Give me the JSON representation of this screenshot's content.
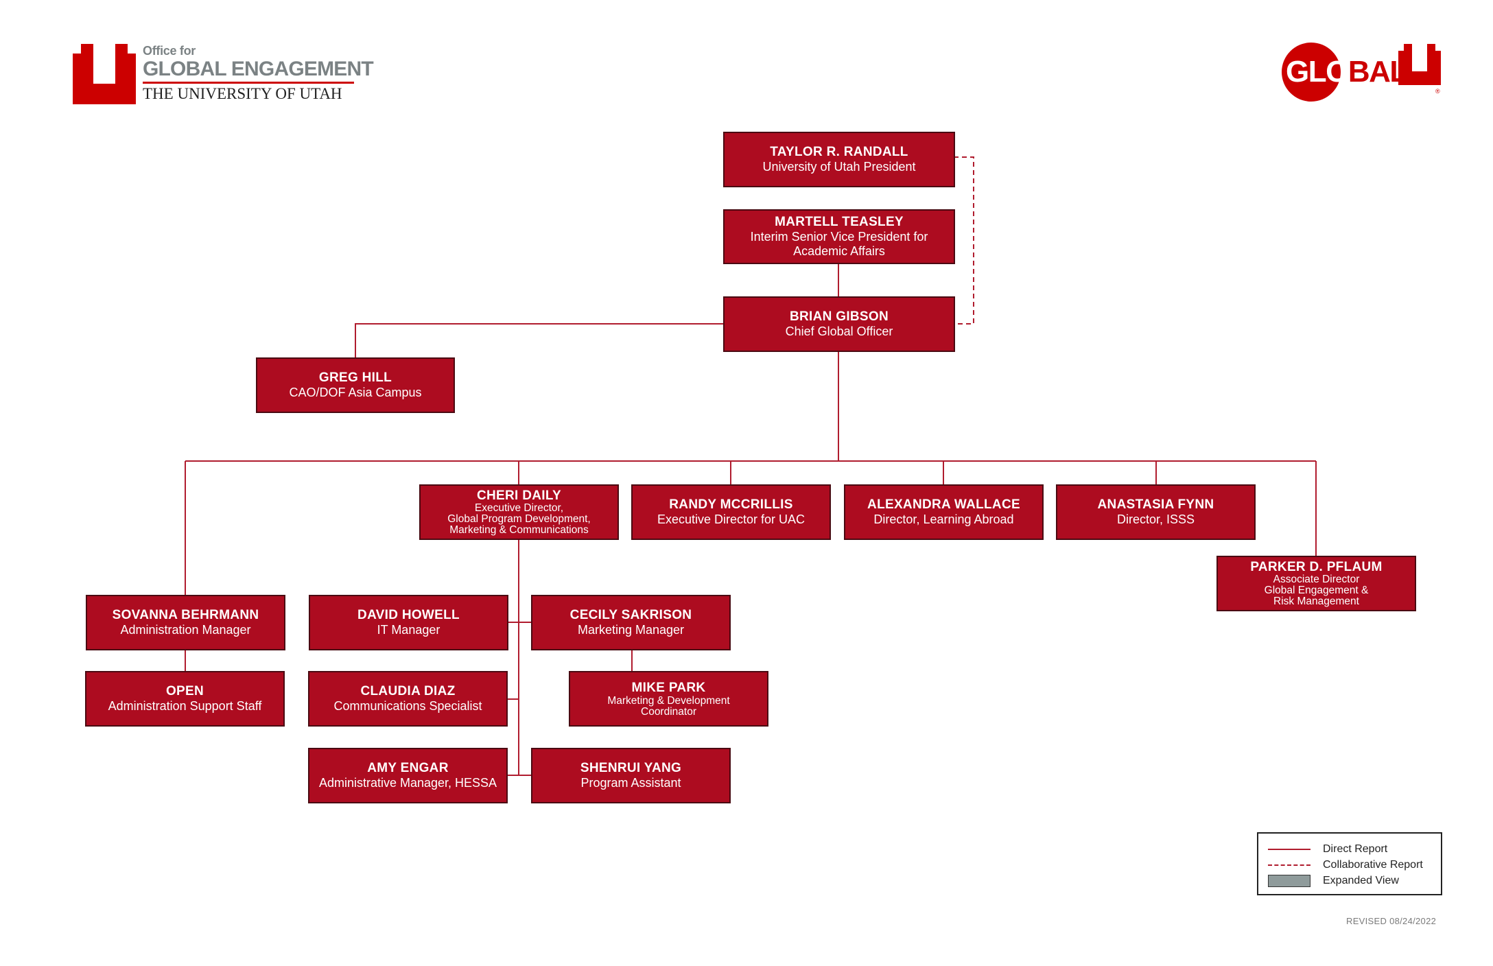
{
  "header": {
    "office_for": "Office for",
    "department": "GLOBAL ENGAGEMENT",
    "university": "THE UNIVERSITY OF UTAH",
    "global_logo_text_a": "GL",
    "global_logo_text_b": "O",
    "global_logo_text_c": "BAL",
    "registered_mark": "®"
  },
  "org": {
    "randall": {
      "name": "TAYLOR R. RANDALL",
      "title": "University of Utah President"
    },
    "teasley": {
      "name": "MARTELL TEASLEY",
      "title_line1": "Interim Senior Vice President for",
      "title_line2": "Academic Affairs"
    },
    "gibson": {
      "name": "BRIAN GIBSON",
      "title": "Chief Global Officer"
    },
    "hill": {
      "name": "GREG HILL",
      "title": "CAO/DOF Asia Campus"
    },
    "daily": {
      "name": "CHERI DAILY",
      "title_line1": "Executive Director,",
      "title_line2": "Global Program Development,",
      "title_line3": "Marketing & Communications"
    },
    "mccrillis": {
      "name": "RANDY MCCRILLIS",
      "title": "Executive Director for UAC"
    },
    "wallace": {
      "name": "ALEXANDRA WALLACE",
      "title": "Director, Learning Abroad"
    },
    "fynn": {
      "name": "ANASTASIA FYNN",
      "title": "Director, ISSS"
    },
    "pflaum": {
      "name": "PARKER D. PFLAUM",
      "title_line1": "Associate Director",
      "title_line2": "Global Engagement &",
      "title_line3": "Risk Management"
    },
    "behrmann": {
      "name": "SOVANNA BEHRMANN",
      "title": "Administration Manager"
    },
    "open": {
      "name": "OPEN",
      "title": "Administration Support Staff"
    },
    "howell": {
      "name": "DAVID HOWELL",
      "title": "IT Manager"
    },
    "diaz": {
      "name": "CLAUDIA DIAZ",
      "title": "Communications Specialist"
    },
    "engar": {
      "name": "AMY ENGAR",
      "title": "Administrative Manager, HESSA"
    },
    "sakrison": {
      "name": "CECILY SAKRISON",
      "title": "Marketing Manager"
    },
    "park": {
      "name": "MIKE PARK",
      "title_line1": "Marketing & Development",
      "title_line2": "Coordinator"
    },
    "yang": {
      "name": "SHENRUI YANG",
      "title": "Program Assistant"
    }
  },
  "legend": {
    "direct": "Direct Report",
    "collaborative": "Collaborative Report",
    "expanded": "Expanded View"
  },
  "revised": "REVISED 08/24/2022",
  "colors": {
    "box_fill": "#ad0c20",
    "line": "#b01c2e",
    "brand_red": "#cc0000",
    "expanded_fill": "#8f9b9b"
  }
}
